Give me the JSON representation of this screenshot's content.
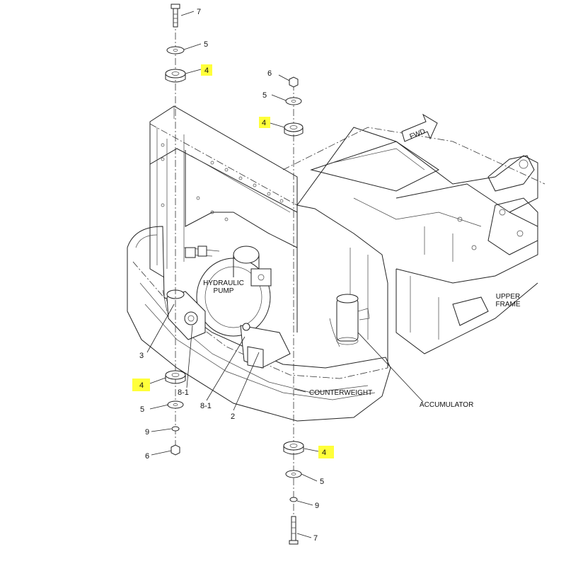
{
  "labels": {
    "hydraulic_pump_line1": "HYDRAULIC",
    "hydraulic_pump_line2": "PUMP",
    "upper_frame_line1": "UPPER",
    "upper_frame_line2": "FRAME",
    "counterweight": "COUNTERWEIGHT",
    "accumulator": "ACCUMULATOR",
    "fwd": "FWD"
  },
  "callouts": {
    "c7_top": "7",
    "c5_top": "5",
    "c4_top": "4",
    "c6_mid": "6",
    "c5_mid": "5",
    "c4_mid": "4",
    "c3": "3",
    "c4_left_bottom": "4",
    "c8_1_a": "8-1",
    "c8_1_b": "8-1",
    "c2": "2",
    "c5_left_bottom": "5",
    "c9_left": "9",
    "c6_left": "6",
    "c4_right_bottom": "4",
    "c5_right_bottom": "5",
    "c9_right": "9",
    "c7_bottom": "7"
  },
  "colors": {
    "highlight": "#ffff3a",
    "ink": "#222222"
  }
}
